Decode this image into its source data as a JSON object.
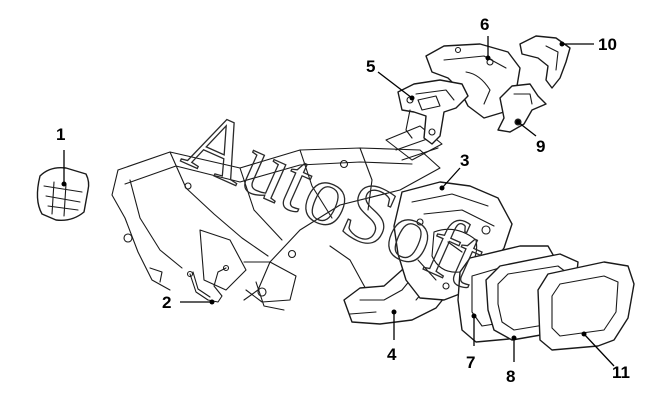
{
  "diagram": {
    "watermark": "AutoSoft",
    "callouts": [
      {
        "id": "1",
        "label": "1"
      },
      {
        "id": "2",
        "label": "2"
      },
      {
        "id": "3",
        "label": "3"
      },
      {
        "id": "4",
        "label": "4"
      },
      {
        "id": "5",
        "label": "5"
      },
      {
        "id": "6",
        "label": "6"
      },
      {
        "id": "7",
        "label": "7"
      },
      {
        "id": "8",
        "label": "8"
      },
      {
        "id": "9",
        "label": "9"
      },
      {
        "id": "10",
        "label": "10"
      },
      {
        "id": "11",
        "label": "11"
      }
    ]
  },
  "colors": {
    "line": "#1a1a1a",
    "background": "#ffffff"
  }
}
